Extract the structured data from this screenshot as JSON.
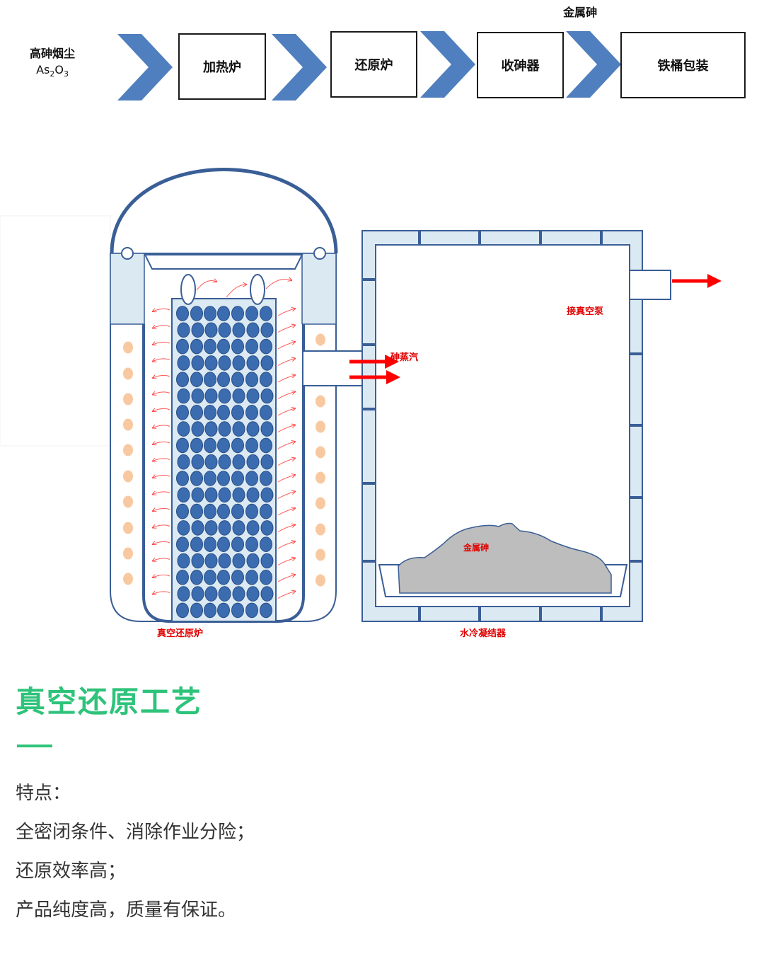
{
  "process_flow": {
    "input": {
      "label": "高砷烟尘",
      "formula": {
        "a": "As",
        "sub1": "2",
        "b": "O",
        "sub2": "3"
      }
    },
    "steps": [
      "加热炉",
      "还原炉",
      "收砷器",
      "铁桶包装"
    ],
    "top_output": "金属砷",
    "chevron_color": "#4f7fbe"
  },
  "diagram": {
    "furnace_caption": "真空还原炉",
    "condenser_caption": "水冷凝结器",
    "vapor_label": "砷蒸汽",
    "pump_label": "接真空泵",
    "product_label": "金属砷",
    "colors": {
      "outline": "#3a5e96",
      "wall_fill": "#dbe9f3",
      "pellet": "#3c6cb0",
      "heater_dot": "#f8c9a0",
      "arrow_red": "#ff0000",
      "deposit": "#bdbdbd"
    }
  },
  "section": {
    "title": "真空还原工艺",
    "accent_color": "#2ec37a",
    "features": [
      "特点：",
      "全密闭条件、消除作业分险；",
      "还原效率高；",
      "产品纯度高，质量有保证。"
    ]
  }
}
